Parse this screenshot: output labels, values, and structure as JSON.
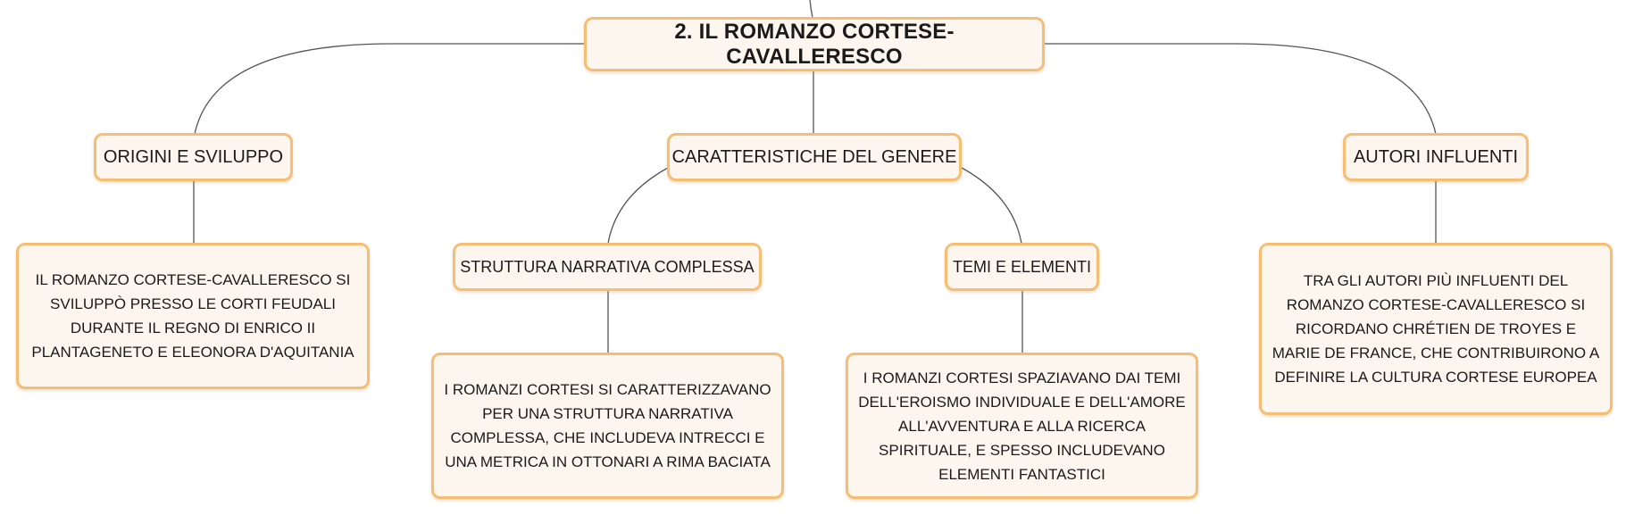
{
  "root": {
    "label": "2. IL ROMANZO CORTESE-CAVALLERESCO"
  },
  "branches": {
    "origini": {
      "label": "ORIGINI E SVILUPPO",
      "detail": "IL ROMANZO CORTESE-CAVALLERESCO SI SVILUPPÒ PRESSO LE CORTI FEUDALI DURANTE IL REGNO DI ENRICO II PLANTAGENETO E ELEONORA D'AQUITANIA"
    },
    "caratteristiche": {
      "label": "CARATTERISTICHE DEL GENERE",
      "struttura": {
        "label": "STRUTTURA NARRATIVA COMPLESSA",
        "detail": "I ROMANZI CORTESI SI CARATTERIZZAVANO PER UNA STRUTTURA NARRATIVA COMPLESSA, CHE INCLUDEVA INTRECCI E UNA METRICA IN OTTONARI A RIMA BACIATA"
      },
      "temi": {
        "label": "TEMI E ELEMENTI",
        "detail": "I ROMANZI CORTESI SPAZIAVANO DAI TEMI DELL'EROISMO INDIVIDUALE E DELL'AMORE ALL'AVVENTURA E ALLA RICERCA SPIRITUALE, E SPESSO INCLUDEVANO ELEMENTI FANTASTICI"
      }
    },
    "autori": {
      "label": "AUTORI INFLUENTI",
      "detail": "TRA GLI AUTORI PIÙ INFLUENTI DEL ROMANZO CORTESE-CAVALLERESCO SI RICORDANO CHRÉTIEN DE TROYES E MARIE DE FRANCE, CHE CONTRIBUIRONO A DEFINIRE LA CULTURA CORTESE EUROPEA"
    }
  },
  "colors": {
    "node_border": "#f6be74",
    "node_fill": "#fdf6ee",
    "connector": "#555555"
  }
}
